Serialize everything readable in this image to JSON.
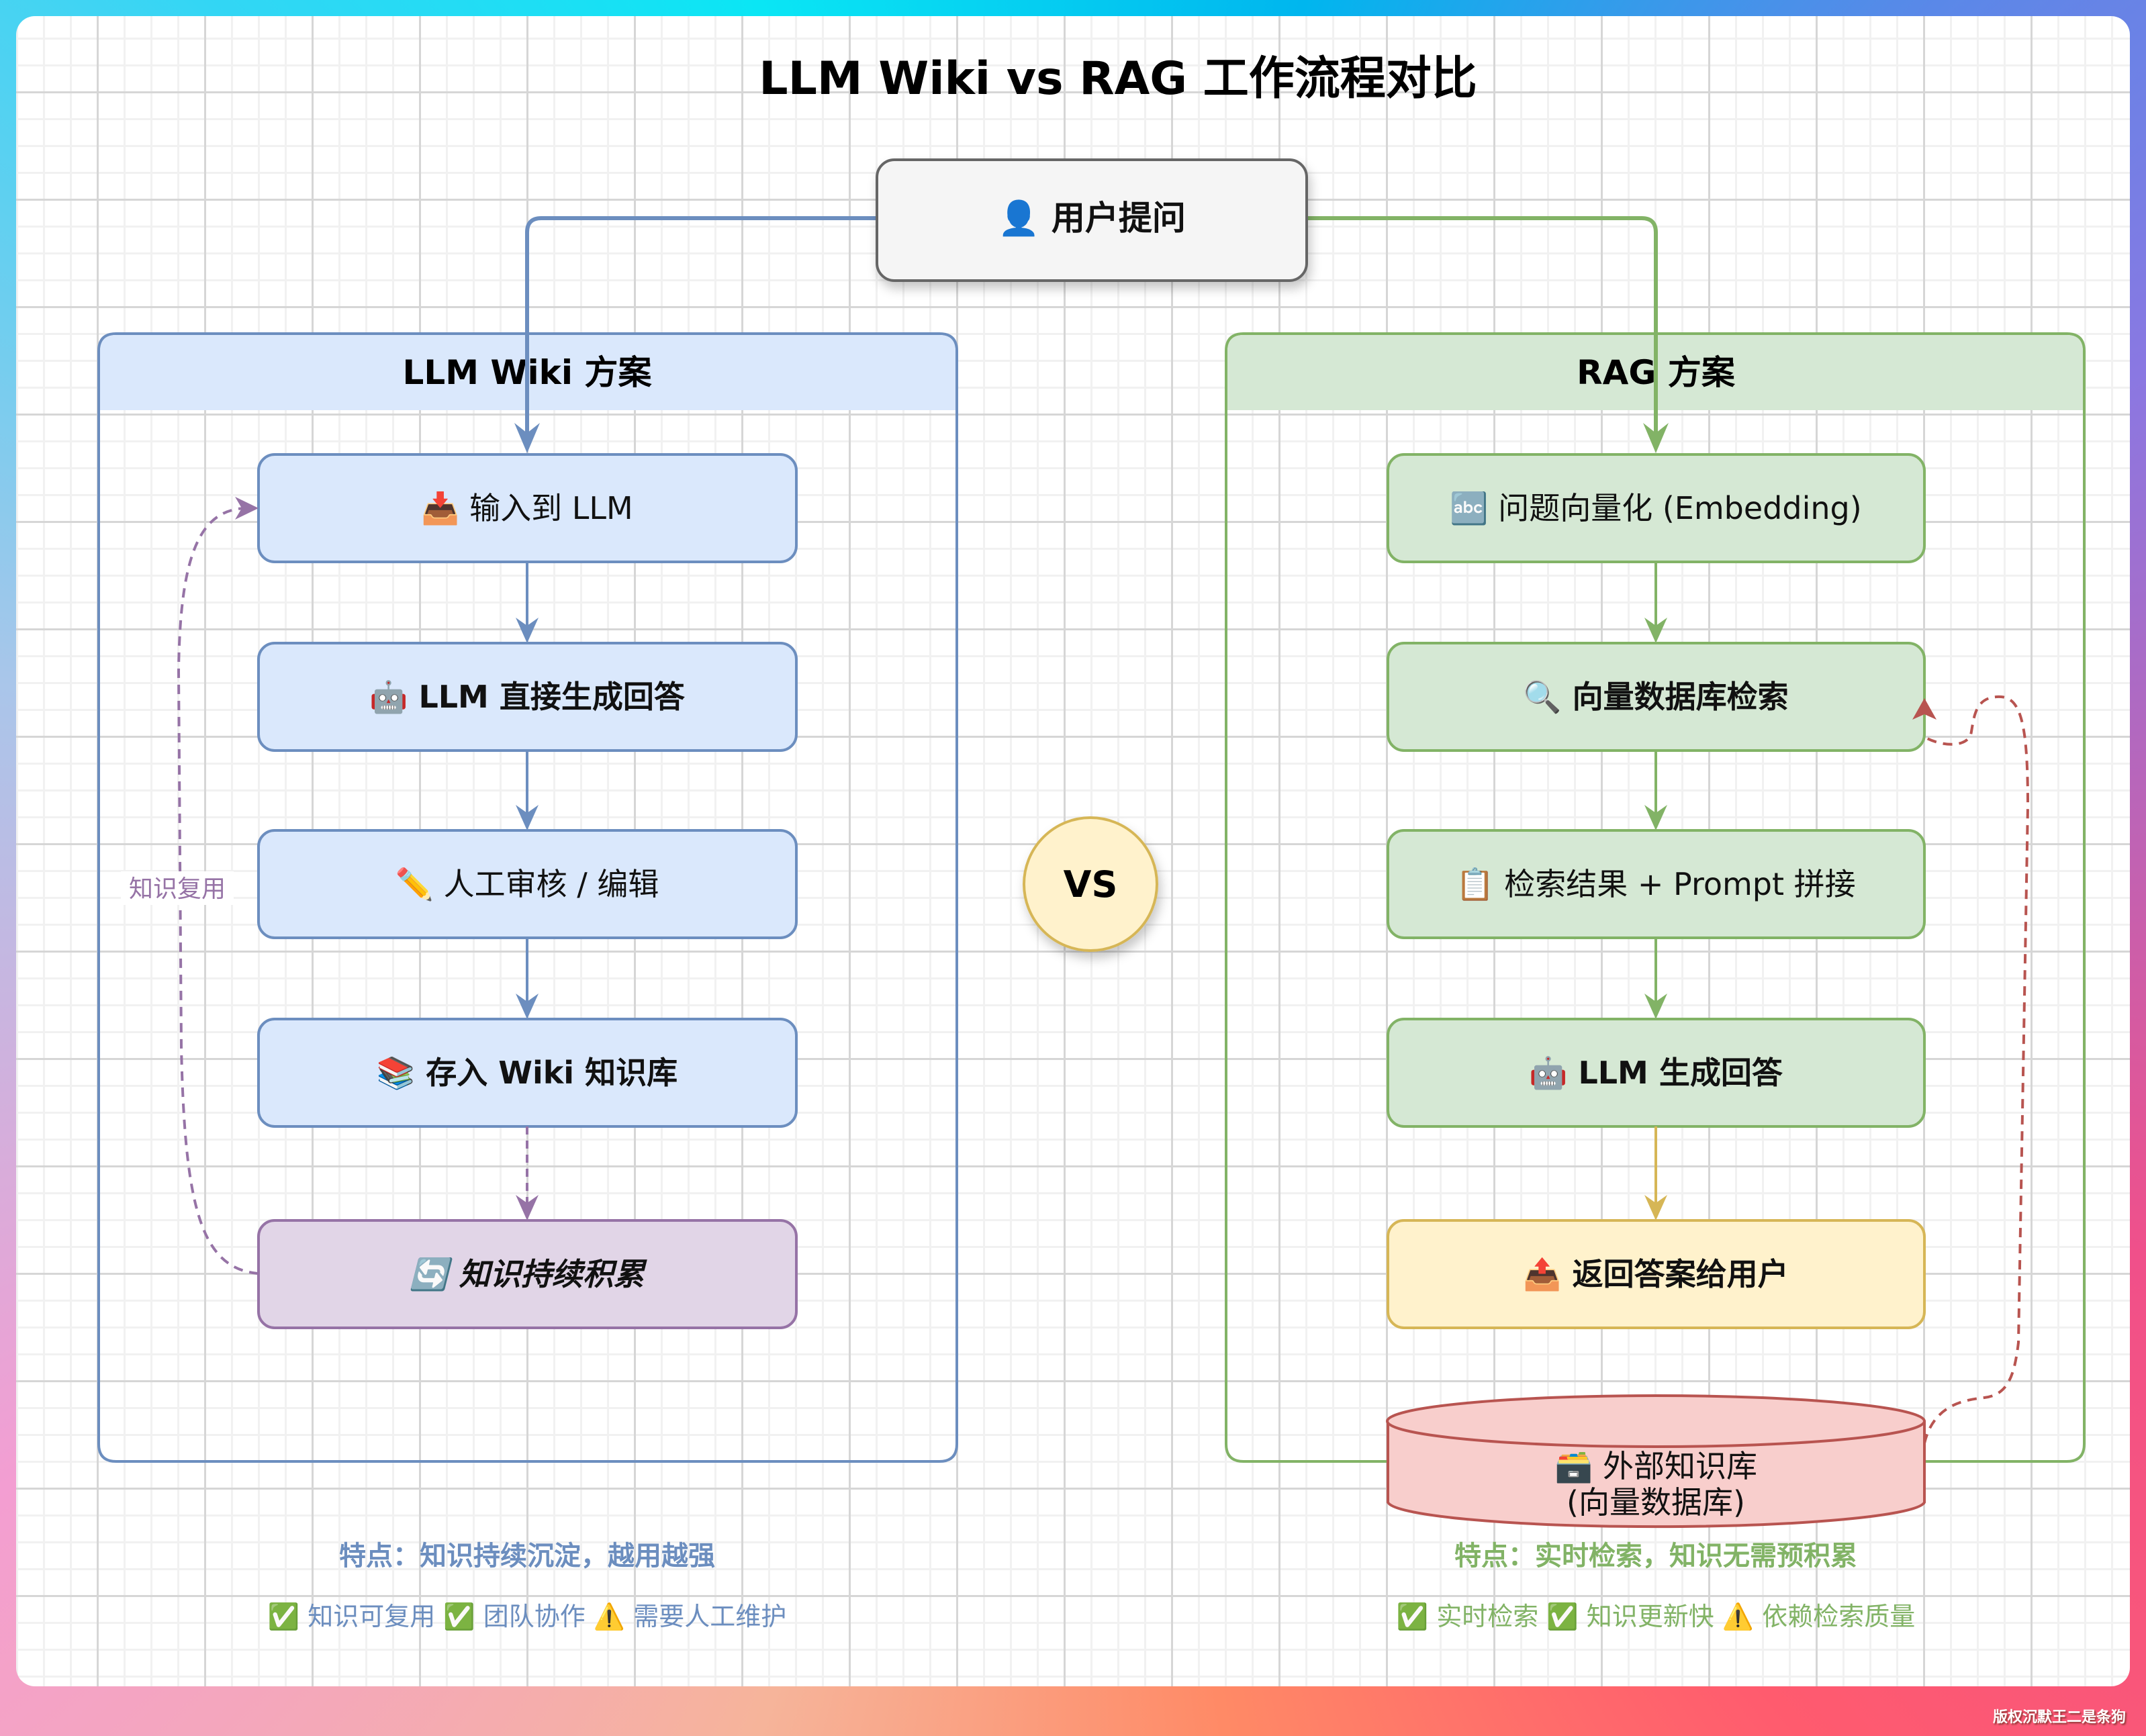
{
  "title": "LLM Wiki vs RAG 工作流程对比",
  "start_node": {
    "icon": "👤",
    "label": "用户提问"
  },
  "vs_label": "VS",
  "colors": {
    "wiki_stroke": "#6c8ebf",
    "wiki_fill": "#dae8fc",
    "rag_stroke": "#82b366",
    "rag_fill": "#d5e8d4",
    "accum_stroke": "#9673a6",
    "accum_fill": "#e1d5e7",
    "return_stroke": "#d6b656",
    "return_fill": "#fff2cc",
    "db_stroke": "#b85450",
    "db_fill": "#f8cecc",
    "start_stroke": "#666666",
    "start_fill": "#f5f5f5"
  },
  "wiki": {
    "panel_title": "LLM Wiki 方案",
    "nodes": [
      {
        "icon": "📥",
        "label": "输入到 LLM",
        "style": "normal"
      },
      {
        "icon": "🤖",
        "label": "LLM 直接生成回答",
        "style": "bold"
      },
      {
        "icon": "✏️",
        "label": "人工审核 / 编辑",
        "style": "normal"
      },
      {
        "icon": "📚",
        "label": "存入 Wiki 知识库",
        "style": "bold"
      },
      {
        "icon": "🔄",
        "label": "知识持续积累",
        "style": "bold-italic"
      }
    ],
    "loop_label": "知识复用",
    "feature": "特点：知识持续沉淀，越用越强",
    "pros": [
      {
        "icon": "✅",
        "text": "知识可复用"
      },
      {
        "icon": "✅",
        "text": "团队协作"
      },
      {
        "icon": "⚠️",
        "text": "需要人工维护"
      }
    ]
  },
  "rag": {
    "panel_title": "RAG 方案",
    "nodes": [
      {
        "icon": "🔤",
        "label": "问题向量化 (Embedding)",
        "style": "normal"
      },
      {
        "icon": "🔍",
        "label": "向量数据库检索",
        "style": "bold"
      },
      {
        "icon": "📋",
        "label": "检索结果 + Prompt 拼接",
        "style": "normal"
      },
      {
        "icon": "🤖",
        "label": "LLM 生成回答",
        "style": "bold"
      },
      {
        "icon": "📤",
        "label": "返回答案给用户",
        "style": "bold"
      }
    ],
    "database": {
      "icon": "🗃️",
      "line1": "外部知识库",
      "line2": "(向量数据库)"
    },
    "feature": "特点：实时检索，知识无需预积累",
    "pros": [
      {
        "icon": "✅",
        "text": "实时检索"
      },
      {
        "icon": "✅",
        "text": "知识更新快"
      },
      {
        "icon": "⚠️",
        "text": "依赖检索质量"
      }
    ]
  },
  "watermark": "版权沉默王二是条狗"
}
